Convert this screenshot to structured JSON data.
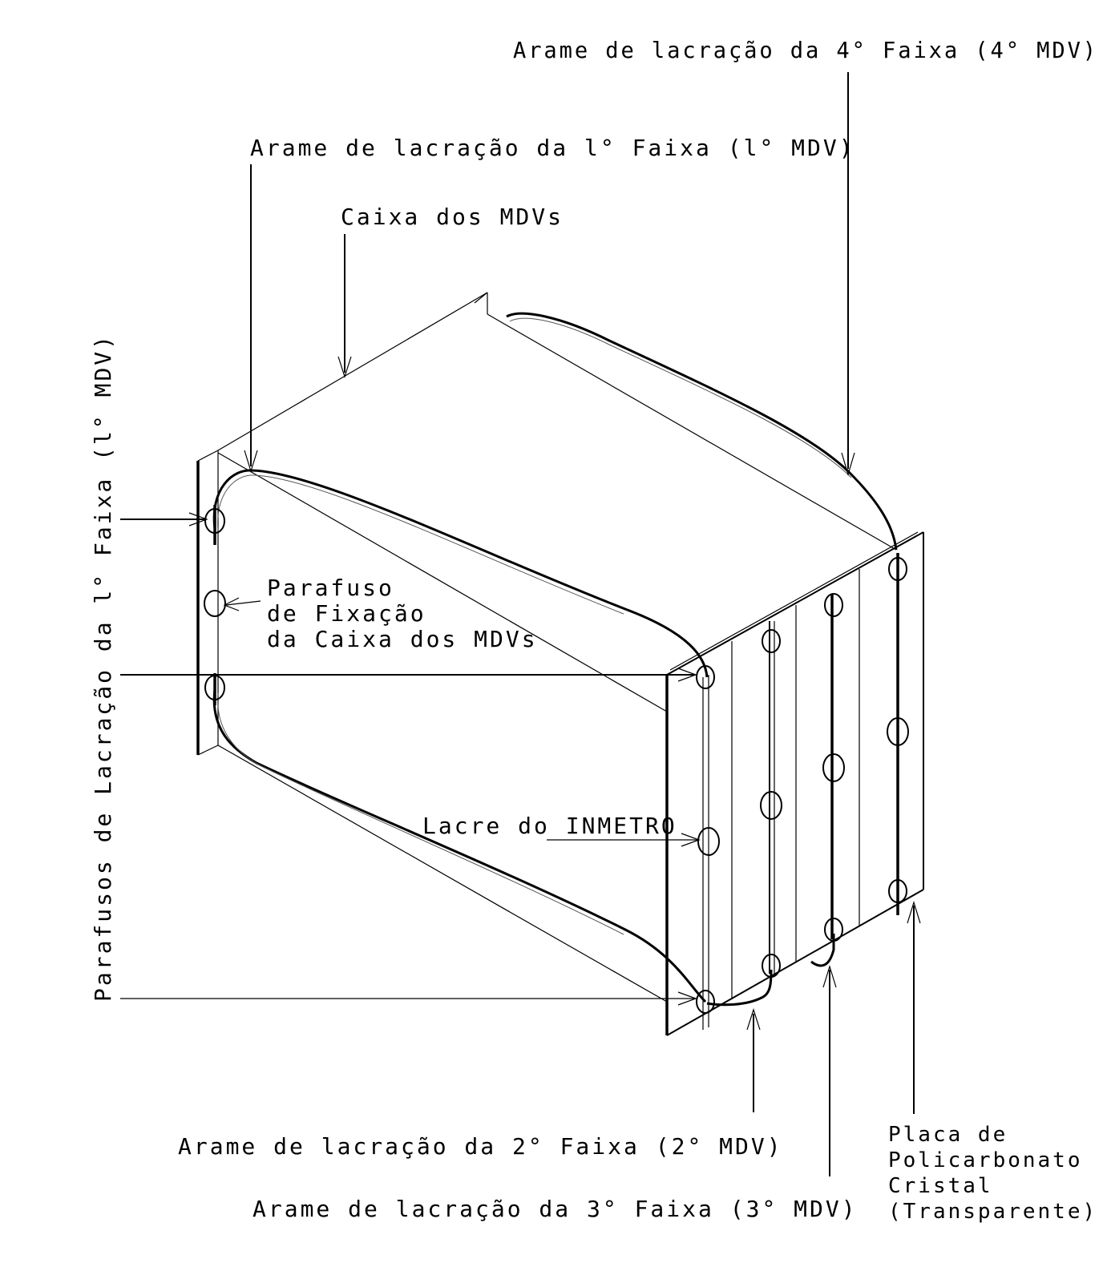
{
  "labels": {
    "wire4": "Arame de lacração da 4° Faixa  (4° MDV)",
    "wire1": "Arame de lacração da l° Faixa  (l° MDV)",
    "box": "Caixa dos MDVs",
    "screw_fix_1": "Parafuso",
    "screw_fix_2": "de Fixação",
    "screw_fix_3": "da Caixa dos MDVs",
    "seal_screws": "Parafusos de Lacração da l° Faixa (l° MDV)",
    "inmetro": "Lacre do INMETRO",
    "wire2": "Arame de lacração da 2° Faixa  (2° MDV)",
    "wire3": "Arame de lacração da 3° Faixa  (3° MDV)",
    "plate_1": "Placa de",
    "plate_2": "Policarbonato",
    "plate_3": "Cristal",
    "plate_4": "(Transparente)"
  }
}
